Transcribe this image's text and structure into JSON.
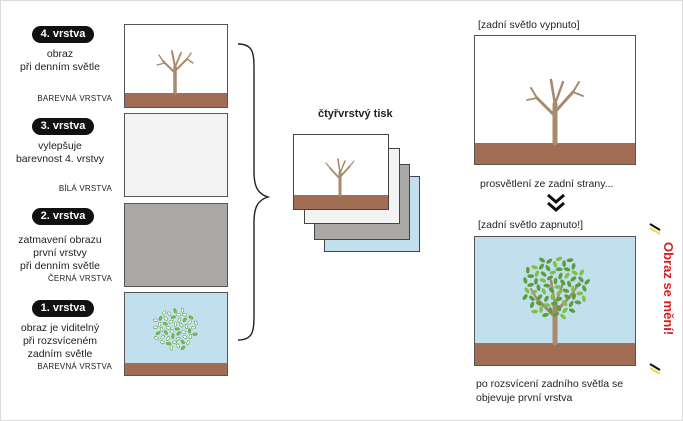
{
  "layers": [
    {
      "badge": "4. vrstva",
      "desc": "obraz\npři denním světle",
      "caps": "BAREVNÁ VRSTVA"
    },
    {
      "badge": "3. vrstva",
      "desc": "vylepšuje\nbarevnost 4. vrstvy",
      "caps": "BÍLÁ VRSTVA"
    },
    {
      "badge": "2. vrstva",
      "desc": "zatmavení obrazu\nprvní vrstvy\npři denním světle",
      "caps": "ČERNÁ VRSTVA"
    },
    {
      "badge": "1. vrstva",
      "desc": "obraz je viditelný\npři rozsvíceném\nzadním světle",
      "caps": "BAREVNÁ VRSTVA"
    }
  ],
  "stack": {
    "title": "čtyřvrstvý tisk"
  },
  "right": {
    "top_label": "[zadní světlo vypnuto]",
    "middle_caption": "prosvětlení ze zadní strany...",
    "bottom_label": "[zadní světlo zapnuto!]",
    "bottom_caption": "po rozsvícení zadního světla se\nobjevuje první vrstva",
    "side_text": "Obraz se mění!"
  },
  "colors": {
    "ground": "#a16d54",
    "trunk": "#a88a6c",
    "sky": "#c2dfee",
    "gray_layer": "#a9a8a4",
    "white_layer": "#f3f3f3",
    "leaf_green": "#5a9e3c",
    "accent_red": "#d42020",
    "accent_yellow": "#f2d64b"
  }
}
